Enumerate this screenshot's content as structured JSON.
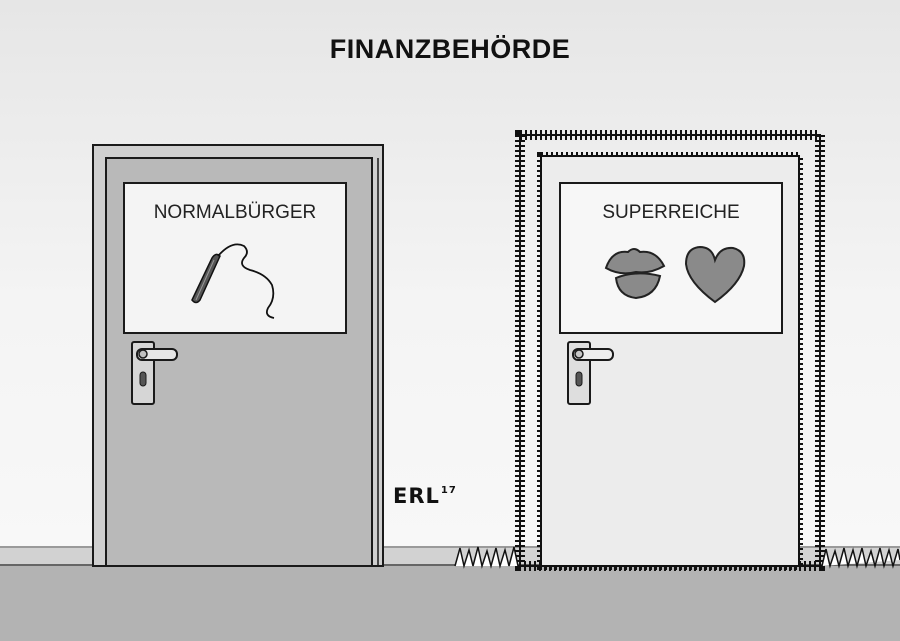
{
  "title": "FINANZBEHÖRDE",
  "doors": {
    "left": {
      "sign": "NORMALBÜRGER",
      "symbol": "whip-icon"
    },
    "right": {
      "sign": "SUPERREICHE",
      "symbols": [
        "lips-icon",
        "heart-icon"
      ]
    }
  },
  "artist": {
    "name": "ERL",
    "year": "17"
  },
  "colors": {
    "door": "#bcbcbc",
    "frame": "#cfcfcf",
    "floor": "#b3b3b3",
    "outline": "#1a1a1a"
  }
}
